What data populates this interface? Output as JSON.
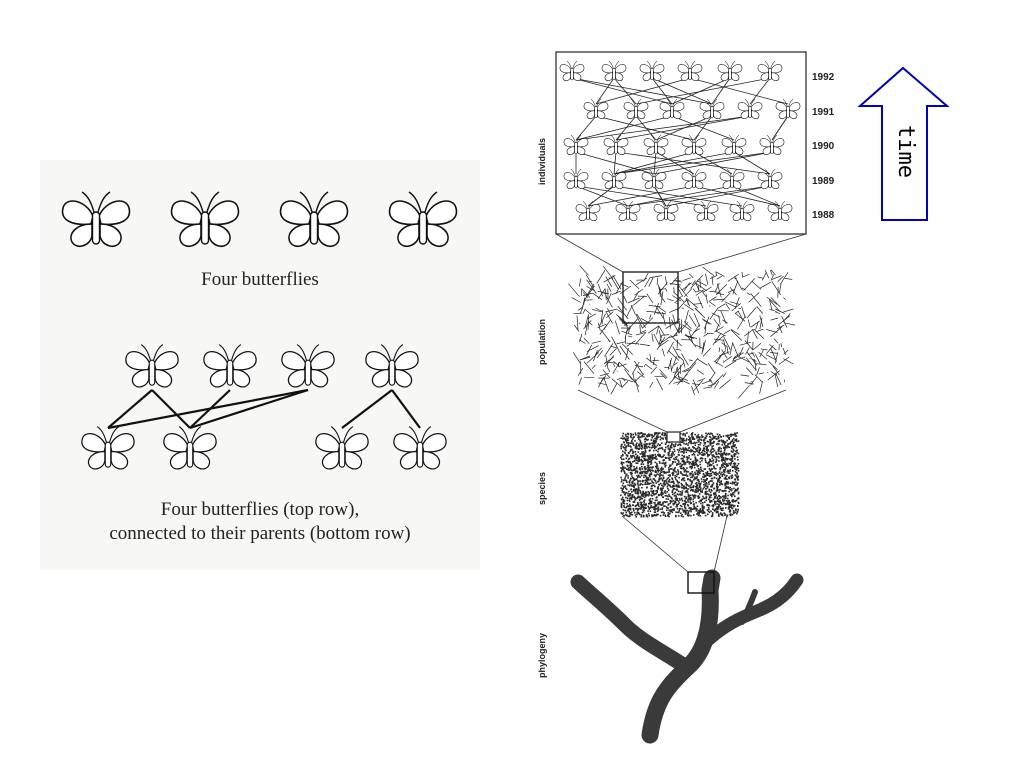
{
  "left_panel": {
    "caption_top": "Four butterflies",
    "caption_bottom_line1": "Four butterflies (top row),",
    "caption_bottom_line2": "connected to their parents (bottom row)"
  },
  "right_panel": {
    "levels": [
      "individuals",
      "population",
      "species",
      "phylogeny"
    ],
    "years": [
      "1992",
      "1991",
      "1990",
      "1989",
      "1988"
    ]
  },
  "time_arrow": {
    "label": "time",
    "color": "#0000cc"
  },
  "icons": [
    "butterfly-icon"
  ]
}
